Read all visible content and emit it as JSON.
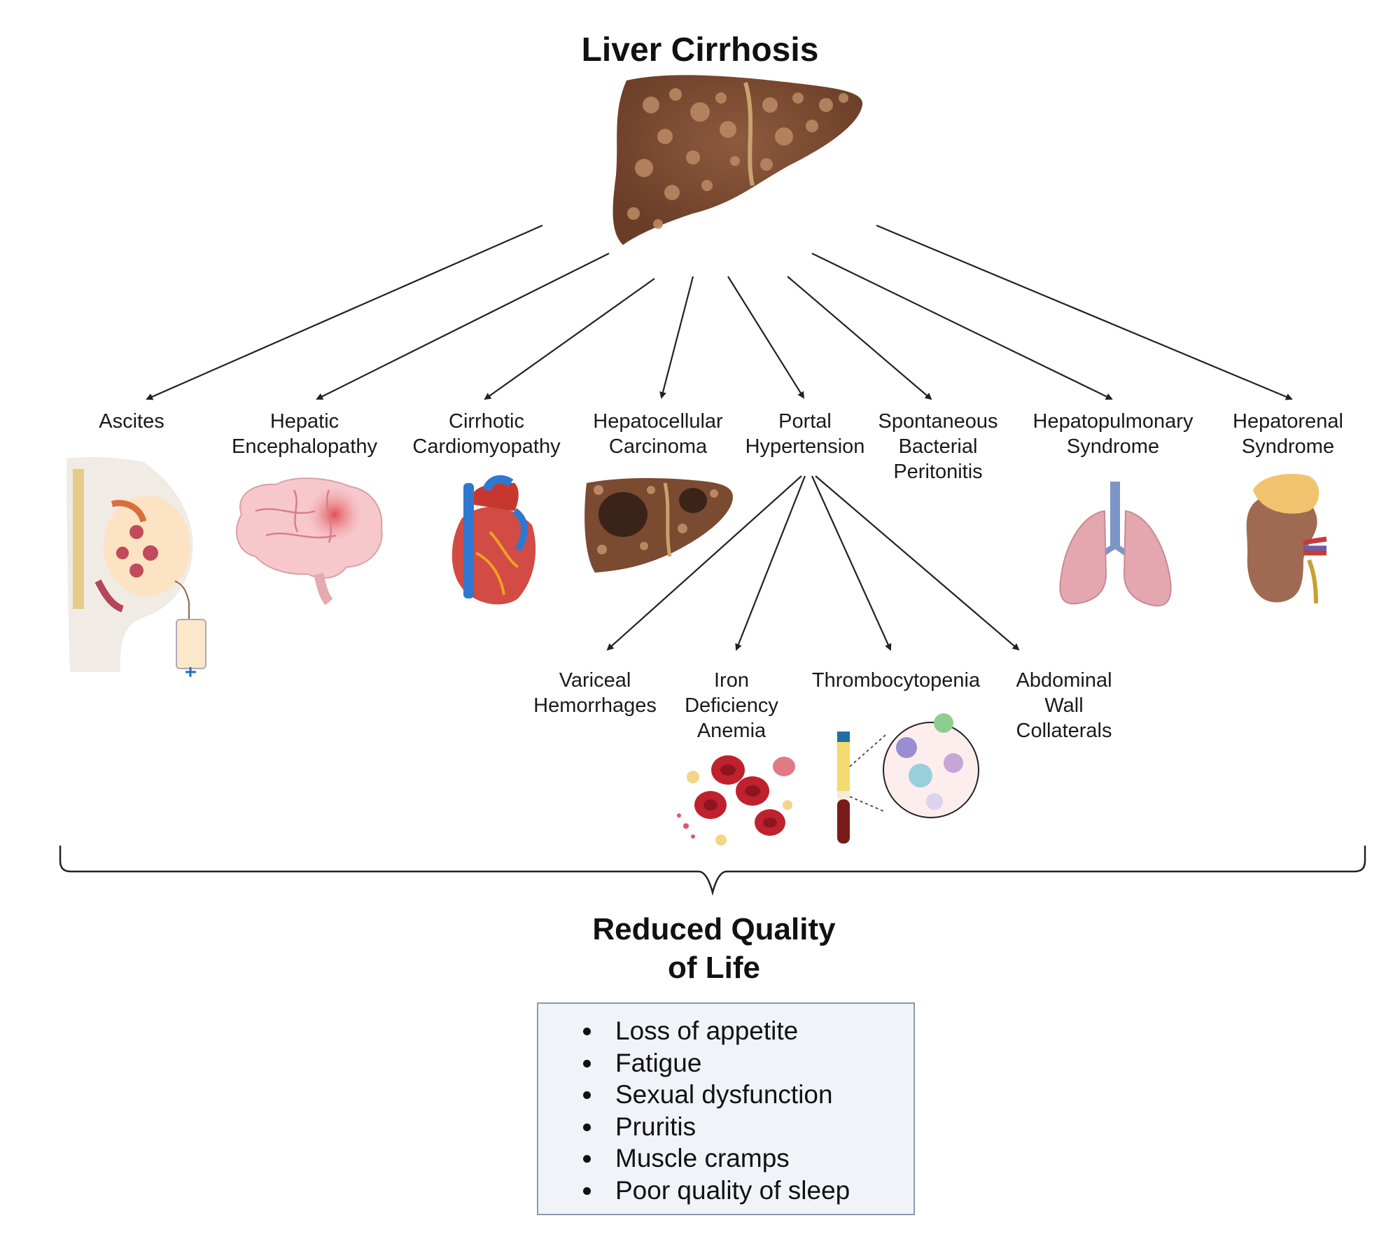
{
  "title": "Liver Cirrhosis",
  "complications": [
    {
      "id": "ascites",
      "lines": [
        "Ascites"
      ]
    },
    {
      "id": "hepatic-encephalopathy",
      "lines": [
        "Hepatic",
        "Encephalopathy"
      ]
    },
    {
      "id": "cirrhotic-cardiomyopathy",
      "lines": [
        "Cirrhotic",
        "Cardiomyopathy"
      ]
    },
    {
      "id": "hepatocellular-carcinoma",
      "lines": [
        "Hepatocellular",
        "Carcinoma"
      ]
    },
    {
      "id": "portal-hypertension",
      "lines": [
        "Portal",
        "Hypertension"
      ]
    },
    {
      "id": "spontaneous-bacterial-peritonitis",
      "lines": [
        "Spontaneous",
        "Bacterial",
        "Peritonitis"
      ]
    },
    {
      "id": "hepatopulmonary-syndrome",
      "lines": [
        "Hepatopulmonary",
        "Syndrome"
      ]
    },
    {
      "id": "hepatorenal-syndrome",
      "lines": [
        "Hepatorenal",
        "Syndrome"
      ]
    }
  ],
  "portal_complications": [
    {
      "id": "variceal-hemorrhages",
      "lines": [
        "Variceal",
        "Hemorrhages"
      ]
    },
    {
      "id": "iron-deficiency-anemia",
      "lines": [
        "Iron",
        "Deficiency",
        "Anemia"
      ]
    },
    {
      "id": "thrombocytopenia",
      "lines": [
        "Thrombocytopenia"
      ]
    },
    {
      "id": "abdominal-wall-collaterals",
      "lines": [
        "Abdominal",
        "Wall",
        "Collaterals"
      ]
    }
  ],
  "outcome": {
    "title_lines": [
      "Reduced Quality",
      "of Life"
    ],
    "items": [
      "Loss of appetite",
      "Fatigue",
      "Sexual dysfunction",
      "Pruritis",
      "Muscle cramps",
      "Poor quality of sleep"
    ]
  }
}
